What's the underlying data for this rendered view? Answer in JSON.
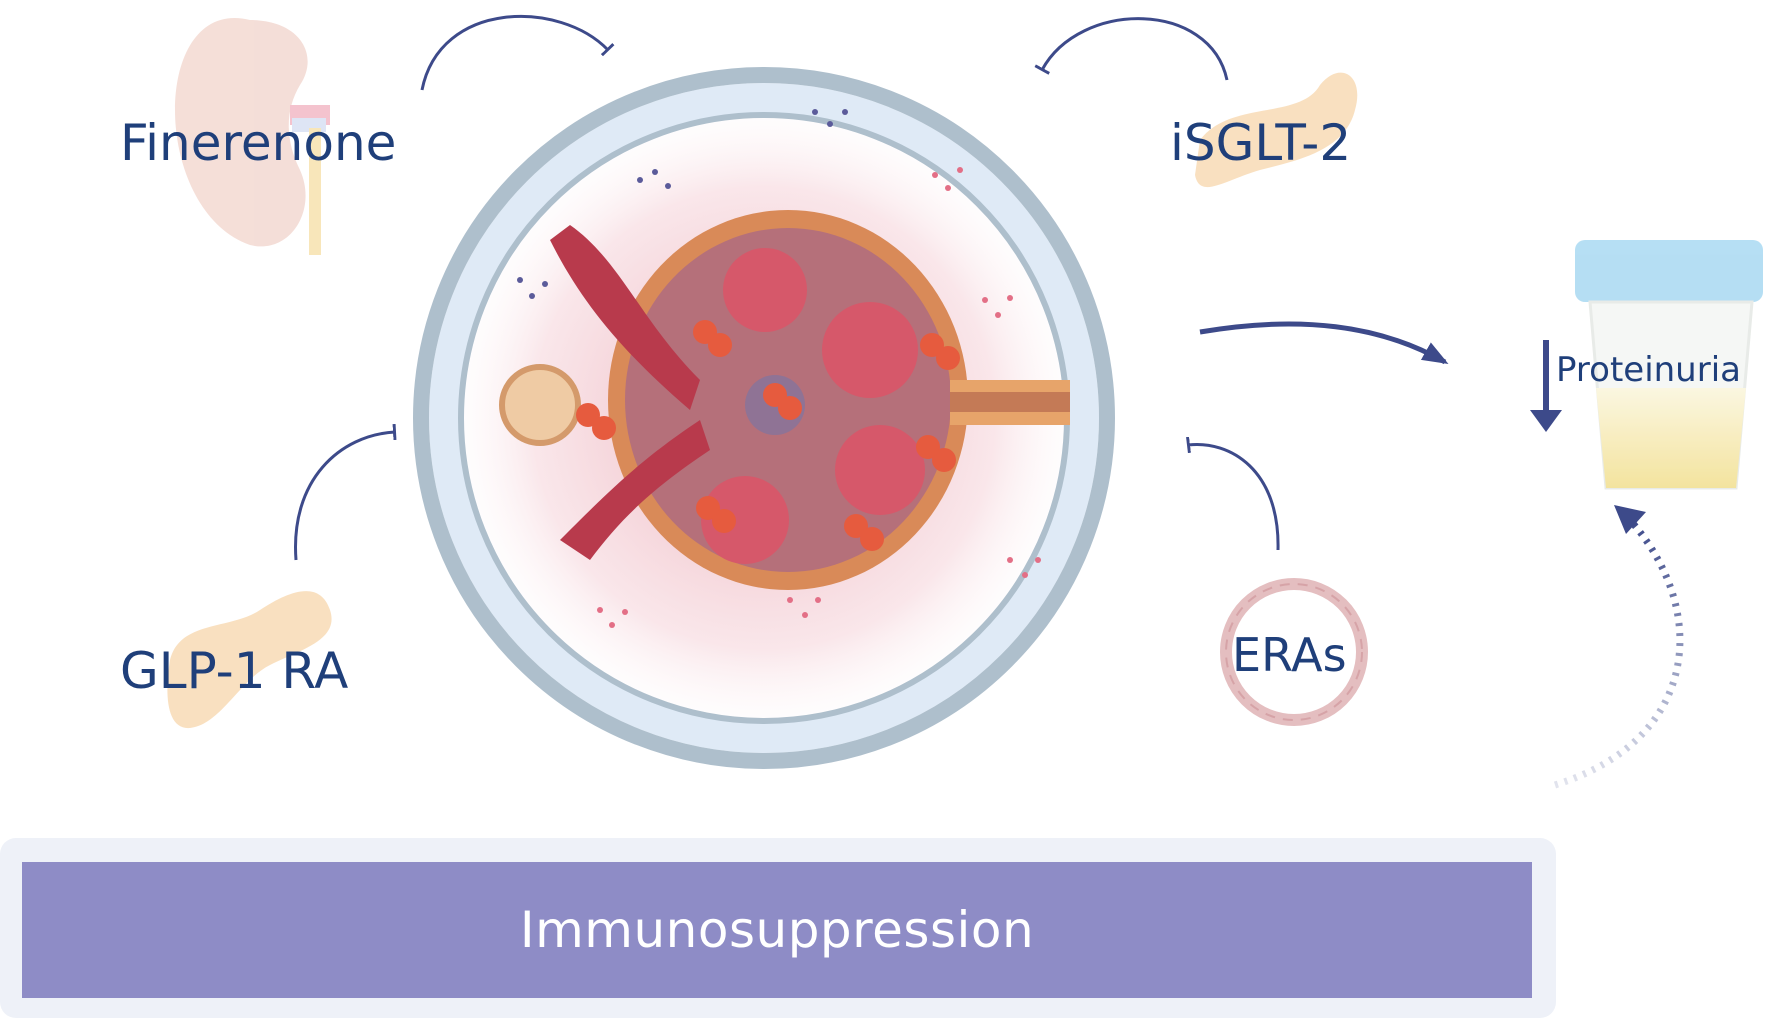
{
  "labels": {
    "finerenone": "Finerenone",
    "isglt2": "iSGLT-2",
    "glp1": "GLP-1 RA",
    "eras": "ERAs",
    "proteinuria": "Proteinuria",
    "immunosuppression": "Immunosuppression"
  },
  "colors": {
    "label_text": "#1f3f7a",
    "inhibit_arrow": "#3d4a8a",
    "immuno_bar": "#8e8cc6",
    "ring": "#aebfcc",
    "tissue_pink": "#c8485a"
  },
  "icons": {
    "kidney": "kidney-icon",
    "pancreas_top": "pancreas-icon",
    "pancreas_bottom": "pancreas-icon",
    "vessel": "blood-vessel-icon",
    "urine_cup": "urine-sample-cup-icon",
    "glomerulus": "glomerulus-illustration"
  }
}
